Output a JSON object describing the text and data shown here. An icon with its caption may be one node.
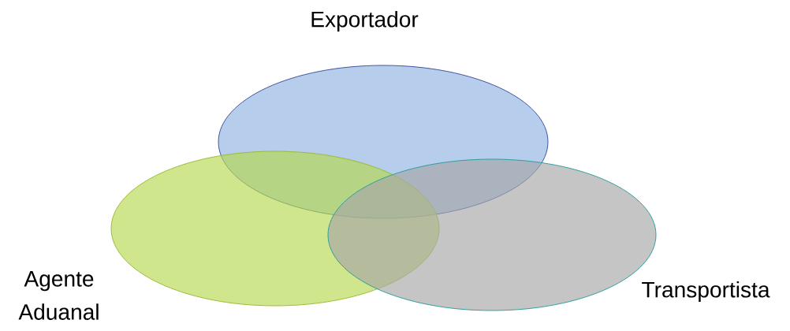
{
  "diagram": {
    "nodes": [
      {
        "text": [
          "Exportador"
        ]
      },
      {
        "text": [
          "Agente Aduanal"
        ]
      },
      {
        "text": [
          "Transportista"
        ]
      }
    ]
  }
}
